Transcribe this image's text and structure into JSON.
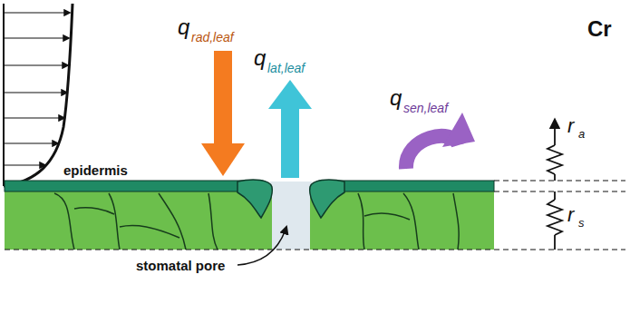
{
  "diagram": {
    "title": "Cr",
    "labels": [
      "q",
      "rad,leaf",
      "q",
      "lat,leaf",
      "q",
      "sen,leaf",
      "epidermis",
      "r",
      "a",
      "r",
      "s",
      "stomatal pore"
    ]
  }
}
